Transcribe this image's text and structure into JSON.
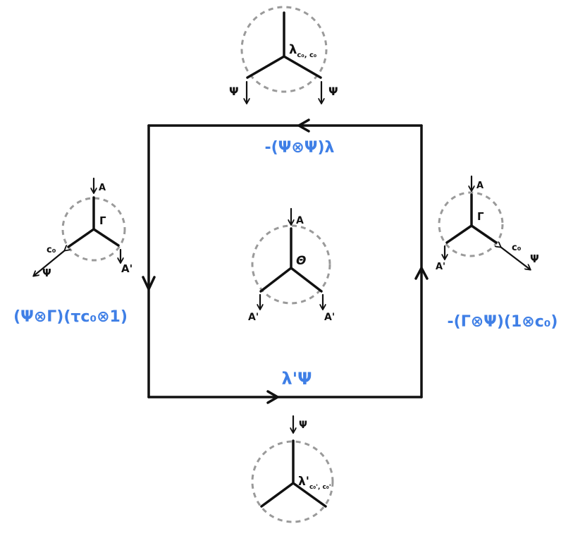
{
  "colors": {
    "ink": "#111111",
    "accent": "#3f7fe6",
    "circle": "#9a9a9a"
  },
  "edges": {
    "top": "-(Ψ⊗Ψ)λ",
    "left": "(Ψ⊗Γ)(τc₀⊗1)",
    "right": "-(Γ⊗Ψ)(1⊗c₀)",
    "bottom": "λ'Ψ"
  },
  "vertices": {
    "top": {
      "center": "λ",
      "center_sub": "c₀, c₀",
      "leg_left": "Ψ",
      "leg_right": "Ψ"
    },
    "left": {
      "center": "Γ",
      "top": "A",
      "lower_right": "A'",
      "lower_left_1": "c₀",
      "lower_left_2": "Ψ"
    },
    "center": {
      "center": "Θ",
      "top": "A",
      "lower_left": "A'",
      "lower_right": "A'"
    },
    "right": {
      "center": "Γ",
      "top": "A",
      "lower_left": "A'",
      "lower_right_1": "c₀",
      "lower_right_2": "Ψ"
    },
    "bottom": {
      "center": "λ'",
      "center_sub": "c₀', c₀'",
      "top": "Ψ"
    }
  }
}
